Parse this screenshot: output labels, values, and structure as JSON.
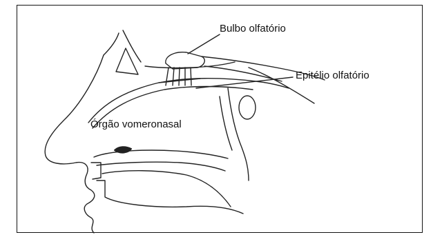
{
  "labels": {
    "bulbo": "Bulbo olfatório",
    "epitelio": "Epitélio olfatório",
    "orgao": "Órgão vomeronasal"
  },
  "colors": {
    "line": "#222222",
    "frame": "#111111",
    "background": "#ffffff"
  }
}
